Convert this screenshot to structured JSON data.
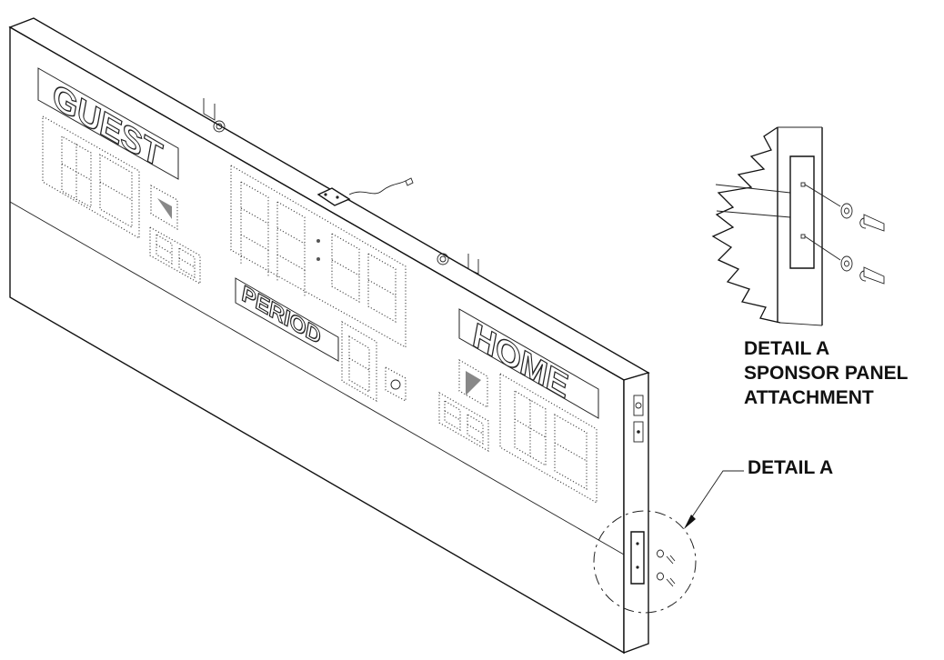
{
  "scoreboard": {
    "guest_label": "GUEST",
    "home_label": "HOME",
    "period_label": "PERIOD"
  },
  "detail": {
    "caption_line1": "DETAIL A",
    "caption_line2": "SPONSOR PANEL",
    "caption_line3": "ATTACHMENT",
    "callout_label": "DETAIL A"
  }
}
